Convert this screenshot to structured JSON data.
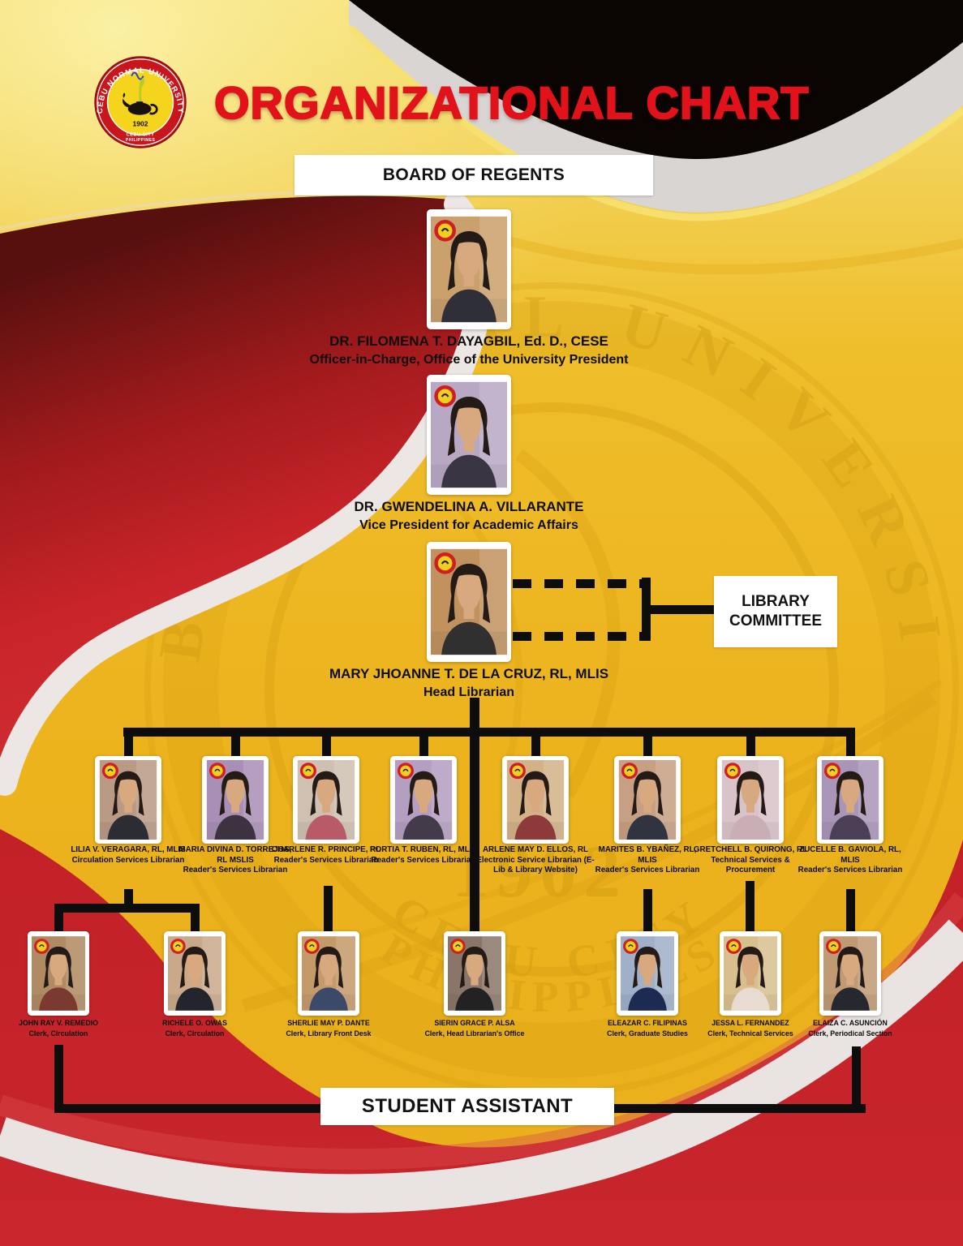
{
  "header": {
    "title": "ORGANIZATIONAL CHART",
    "logo": {
      "university": "CEBU NORMAL UNIVERSITY",
      "year": "1902",
      "city": "CEBU CITY",
      "country": "PHILIPPINES"
    }
  },
  "boxes": {
    "board_of_regents": "BOARD OF REGENTS",
    "library_committee": "LIBRARY COMMITTEE",
    "student_assistant": "STUDENT ASSISTANT"
  },
  "executives": [
    {
      "name": "DR. FILOMENA T. DAYAGBIL, Ed. D., CESE",
      "role": "Officer-in-Charge, Office of the University President"
    },
    {
      "name": "DR. GWENDELINA A. VILLARANTE",
      "role": "Vice President for Academic Affairs"
    },
    {
      "name": "MARY JHOANNE T. DE LA CRUZ, RL, MLIS",
      "role": "Head Librarian"
    }
  ],
  "librarians": [
    {
      "name": "LILIA V. VERAGARA, RL, MLIS",
      "role": "Circulation Services Librarian"
    },
    {
      "name": "MARIA DIVINA D. TORREJOS, RL MSLIS",
      "role": "Reader's Services Librarian"
    },
    {
      "name": "CHARLENE R. PRINCIPE, RL",
      "role": "Reader's Services Librarian"
    },
    {
      "name": "PORTIA T. RUBEN, RL, MLIS",
      "role": "Reader's Services Librarian"
    },
    {
      "name": "ARLENE MAY D. ELLOS, RL",
      "role": "Electronic Service Librarian (E-Lib & Library Website)"
    },
    {
      "name": "MARITES B. YBAÑEZ, RL, MLIS",
      "role": "Reader's Services Librarian"
    },
    {
      "name": "GRETCHELL B. QUIRONG, RL",
      "role": "Technical Services & Procurement"
    },
    {
      "name": "ZUCELLE B. GAVIOLA, RL, MLIS",
      "role": "Reader's Services Librarian"
    }
  ],
  "clerks": [
    {
      "name": "JOHN RAY V. REMEDIO",
      "role": "Clerk, Circulation"
    },
    {
      "name": "RICHELE O. OWAS",
      "role": "Clerk, Circulation"
    },
    {
      "name": "SHERLIE MAY P. DANTE",
      "role": "Clerk, Library Front Desk"
    },
    {
      "name": "SIERIN GRACE P. ALSA",
      "role": "Clerk, Head Librarian's Office"
    },
    {
      "name": "ELEAZAR C. FILIPINAS",
      "role": "Clerk, Graduate Studies"
    },
    {
      "name": "JESSA L. FERNANDEZ",
      "role": "Clerk, Technical Services"
    },
    {
      "name": "ELAIZA C. ASUNCIÓN",
      "role": "Clerk, Periodical Section"
    }
  ],
  "watermark": {
    "ring_text": "CEBU NORMAL UNIVERSITY",
    "year": "1902",
    "city": "CEBU CITY",
    "country": "PHILIPPINES"
  },
  "colors": {
    "gold": "#edb51e",
    "red": "#c9242a",
    "maroon": "#58100f",
    "title_red": "#e2121a",
    "line_black": "#0d0d0d",
    "ribbon_white": "#e9e4e1",
    "wedge_black": "#0a0503",
    "box_white": "#ffffff"
  }
}
